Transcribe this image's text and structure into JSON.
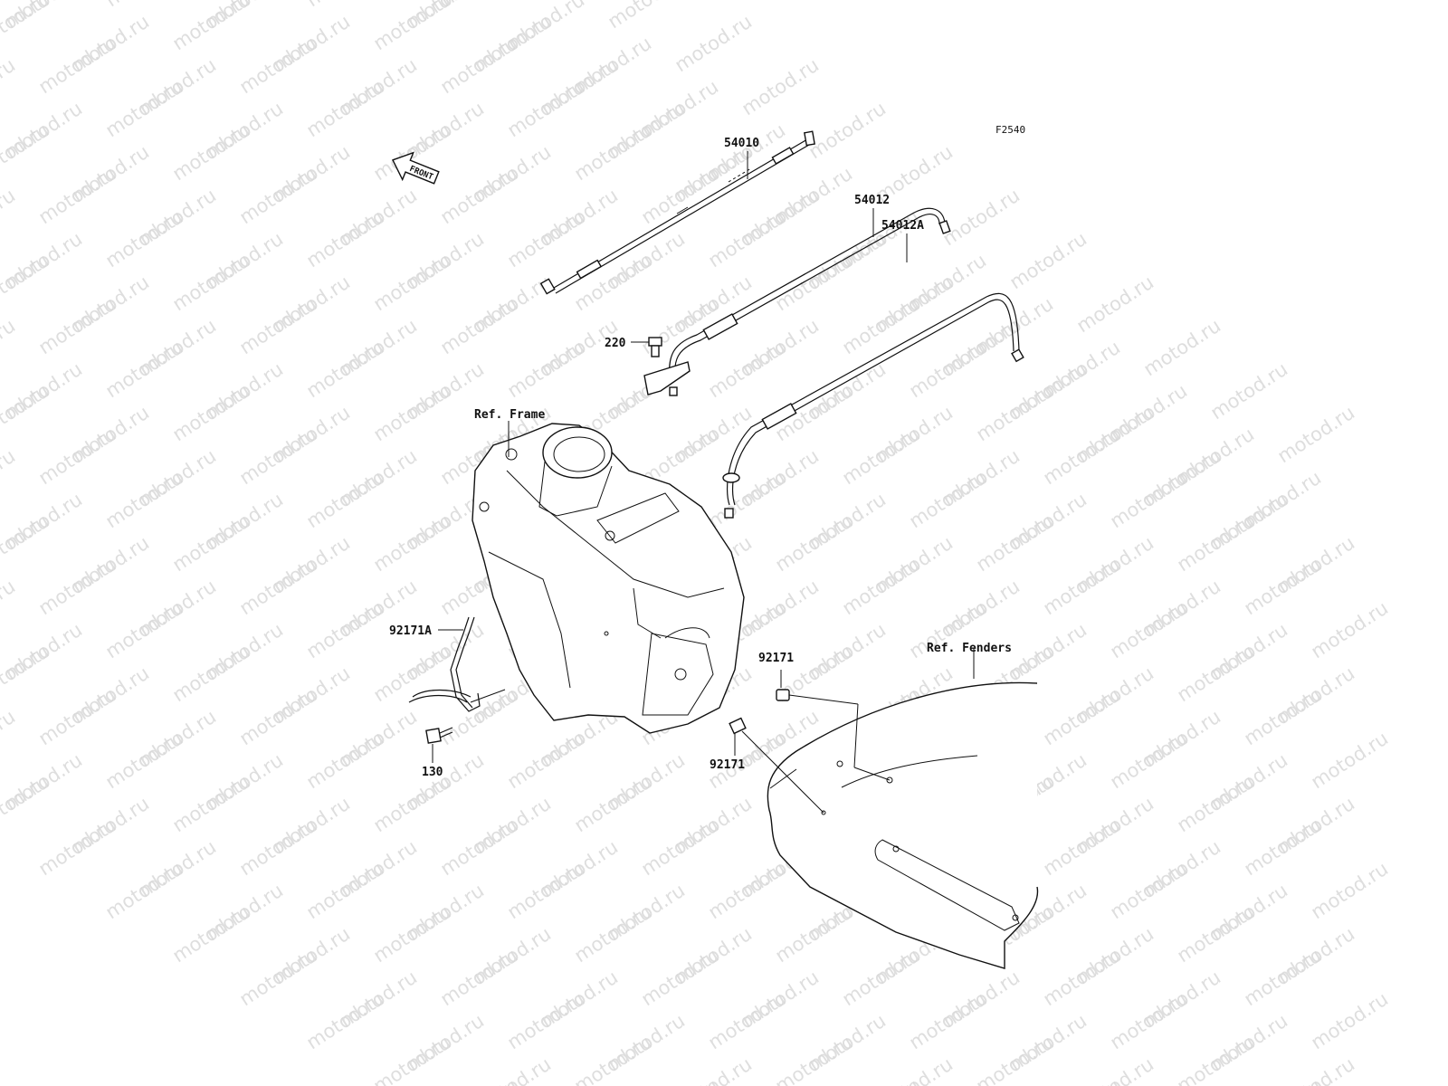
{
  "watermark": "motod.ru",
  "figure_code": "F2540",
  "front_arrow": {
    "label": "FRONT",
    "icon": "front-direction-arrow-icon"
  },
  "callouts": {
    "c54010": "54010",
    "c54012": "54012",
    "c54012a": "54012A",
    "c220": "220",
    "c92171a": "92171A",
    "c130": "130",
    "c92171_top": "92171",
    "c92171_bottom": "92171"
  },
  "references": {
    "frame": "Ref. Frame",
    "fenders": "Ref. Fenders"
  },
  "colors": {
    "line": "#111111",
    "watermark": "#d9d9d9",
    "background": "#ffffff"
  }
}
